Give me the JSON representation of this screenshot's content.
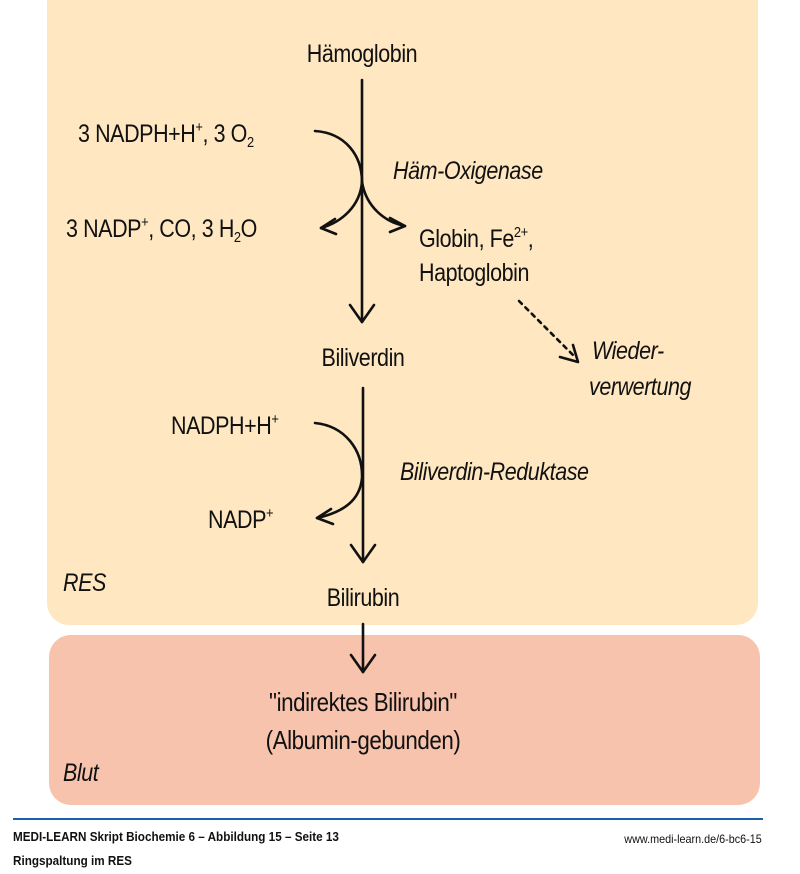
{
  "diagram": {
    "title": "Ringspaltung im RES",
    "compartments": {
      "res": {
        "label": "RES",
        "color": "#fee7c1"
      },
      "blut": {
        "label": "Blut",
        "color": "#f7c3ac"
      }
    },
    "nodes": {
      "haemoglobin": "Hämoglobin",
      "biliverdin": "Biliverdin",
      "bilirubin": "Bilirubin",
      "indirect_line1": "\"indirektes Bilirubin\"",
      "indirect_line2": "(Albumin-gebunden)"
    },
    "step1": {
      "enzyme": "Häm-Oxigenase",
      "cosubstrates": {
        "a": "3 NADPH+H",
        "a_sup": "+",
        "b": ", 3 O",
        "b_sub": "2"
      },
      "coproducts": {
        "a": "3 NADP",
        "a_sup": "+",
        "b": ", CO, 3 H",
        "b_sub": "2",
        "c": "O"
      },
      "side_products": {
        "line1": "Globin, Fe",
        "line1_sup": "2+",
        "line1_end": ",",
        "line2": "Haptoglobin"
      },
      "recycling": {
        "line1": "Wieder-",
        "line2": "verwertung"
      }
    },
    "step2": {
      "enzyme": "Biliverdin-Reduktase",
      "cosubstrate": {
        "a": "NADPH+H",
        "a_sup": "+"
      },
      "coproduct": {
        "a": "NADP",
        "a_sup": "+"
      }
    }
  },
  "footer": {
    "caption": "MEDI-LEARN Skript Biochemie 6 – Abbildung 15 – Seite 13",
    "subtitle": "Ringspaltung im RES",
    "url": "www.medi-learn.de/6-bc6-15",
    "rule_color": "#1d5fa8"
  }
}
